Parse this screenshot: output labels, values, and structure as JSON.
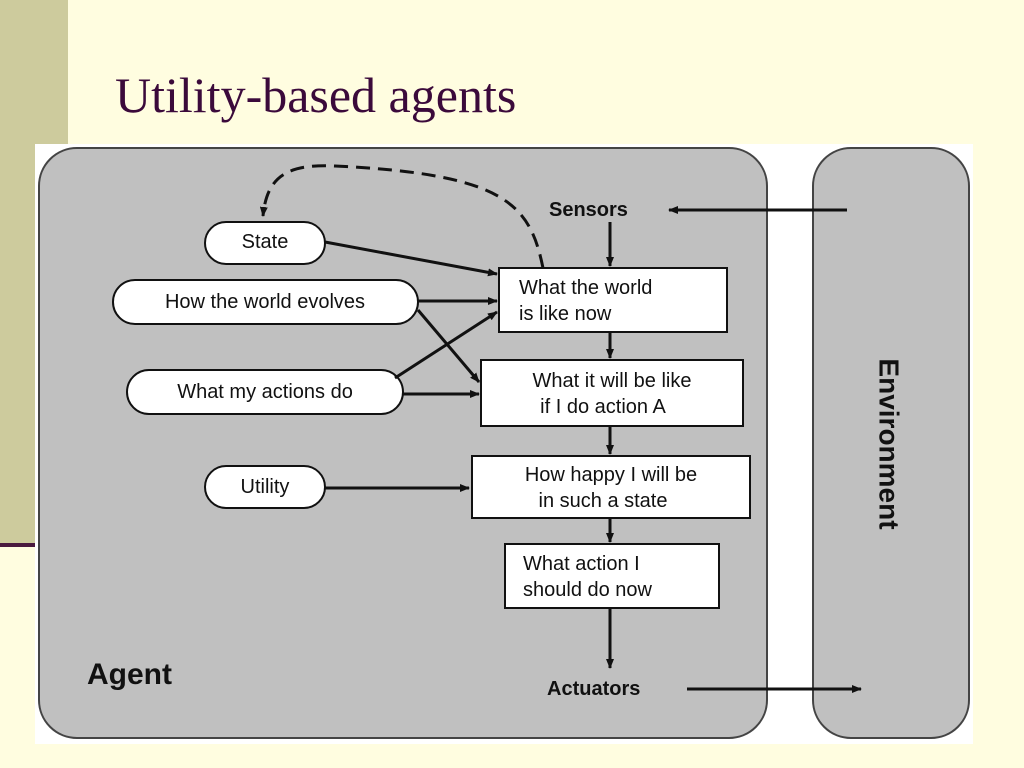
{
  "slide": {
    "title": "Utility-based agents"
  },
  "diagram": {
    "agent_label": "Agent",
    "environment_label": "Environment",
    "sensors_label": "Sensors",
    "actuators_label": "Actuators",
    "knowledge": {
      "state": "State",
      "world_evolves": "How the world evolves",
      "actions_do": "What my actions do",
      "utility": "Utility"
    },
    "process": {
      "world_now": [
        "What the world",
        "is like now"
      ],
      "world_if_action": [
        "What it will be like",
        "if I do action A"
      ],
      "happiness": [
        "How happy I will be",
        "in such a state"
      ],
      "action_now": [
        "What action I",
        "should do now"
      ]
    }
  },
  "colors": {
    "background": "#fffde0",
    "sidebar": "#cdcb9d",
    "title": "#3b0a3b",
    "panel": "#c0c0c0"
  }
}
